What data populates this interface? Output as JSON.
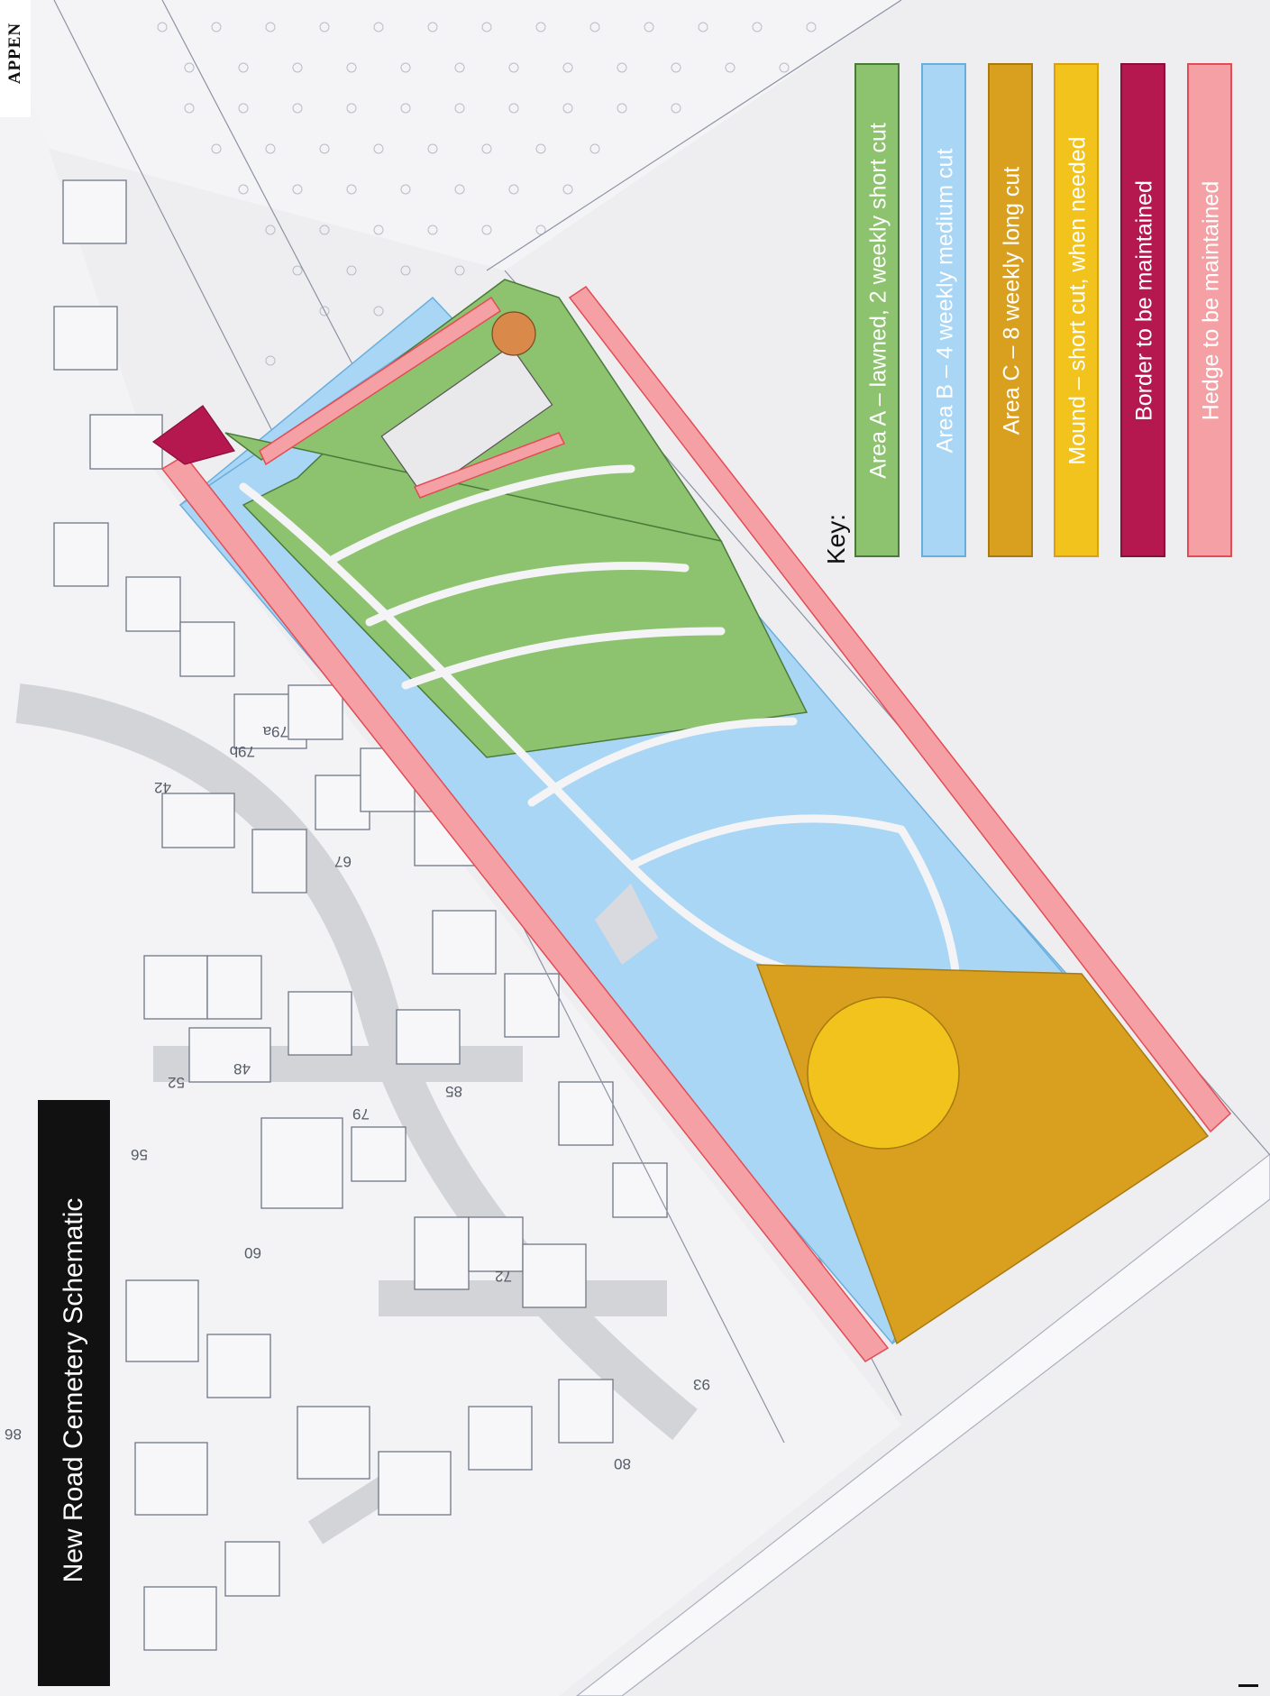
{
  "header": {
    "appendix_label": "APPEN"
  },
  "title": "New Road Cemetery Schematic",
  "key": {
    "title": "Key:",
    "items": [
      {
        "label": "Area A – lawned, 2 weekly short cut",
        "color": "#8dc26f",
        "border": "#4a7a3a"
      },
      {
        "label": "Area B – 4 weekly medium cut",
        "color": "#a9d6f5",
        "border": "#6aaedc"
      },
      {
        "label": "Area C – 8 weekly long cut",
        "color": "#d9a020",
        "border": "#a87a10"
      },
      {
        "label": "Mound – short cut, when needed",
        "color": "#f2c31c",
        "border": "#d9a010"
      },
      {
        "label": "Border to be maintained",
        "color": "#b5174f",
        "border": "#8a0f3a"
      },
      {
        "label": "Hedge to be maintained",
        "color": "#f4a0a4",
        "border": "#e34c55"
      }
    ]
  },
  "plot_numbers": [
    "79a",
    "79b",
    "42",
    "67",
    "52",
    "48",
    "85",
    "79",
    "56",
    "60",
    "72",
    "93",
    "80",
    "86"
  ],
  "colors": {
    "map_background": "#eeeef1",
    "building_outline": "#6f7688",
    "road_fill": "#d3d4d8"
  }
}
